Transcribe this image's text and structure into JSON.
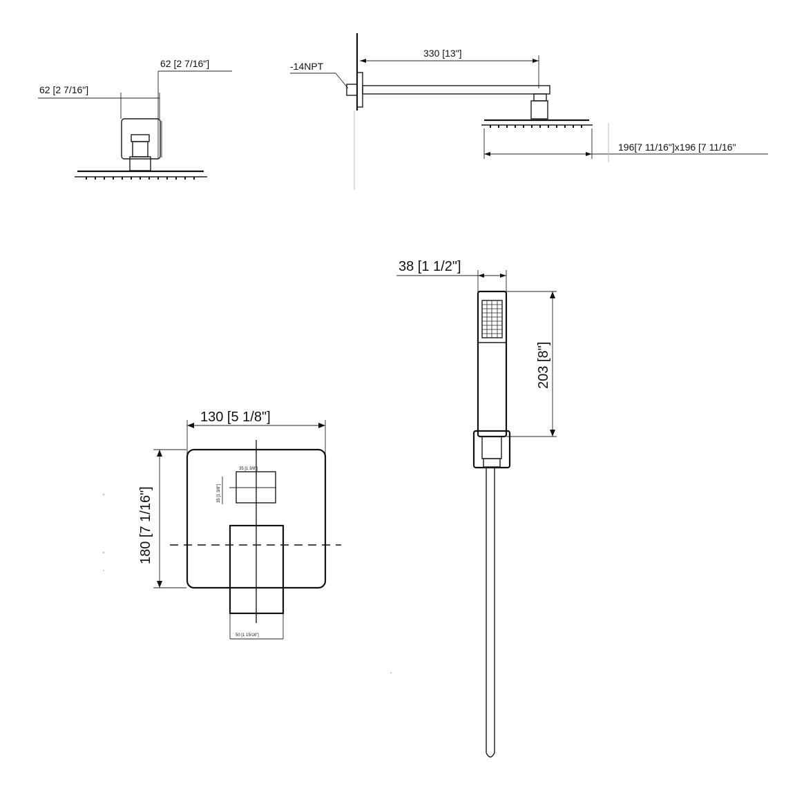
{
  "shower_head_side": {
    "width_label": "62 [2 7/16\"]",
    "depth_label": "62 [2 7/16\"]"
  },
  "shower_arm": {
    "thread_label": "-14NPT",
    "length_label": "330 [13\"]",
    "head_size_label": "196[7 11/16\"]x196 [7 11/16\""
  },
  "valve_plate": {
    "width_label": "130 [5 1/8\"]",
    "height_label": "180 [7 1/16\"]",
    "cutout_w_label": "35 [1 3/8\"]",
    "cutout_h_label": "35 [1 3/8\"]",
    "handle_w_label": "50 [1 15/16\"]"
  },
  "hand_shower": {
    "width_label": "38 [1 1/2\"]",
    "length_label": "203 [8\"]"
  }
}
